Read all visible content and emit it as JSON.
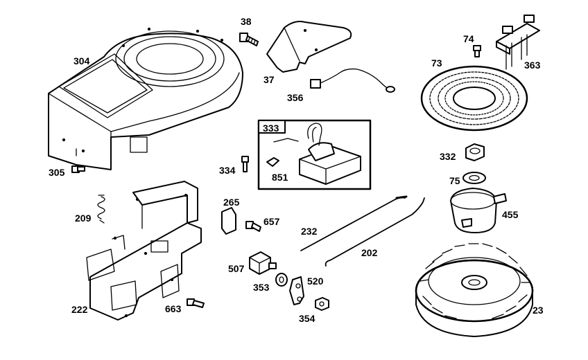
{
  "diagram": {
    "callouts": {
      "p304": "304",
      "p305": "305",
      "p38": "38",
      "p37": "37",
      "p356": "356",
      "p333": "333",
      "p851": "851",
      "p334": "334",
      "p74": "74",
      "p363": "363",
      "p73": "73",
      "p332": "332",
      "p75": "75",
      "p455": "455",
      "p209": "209",
      "p265": "265",
      "p657": "657",
      "p232": "232",
      "p202": "202",
      "p222": "222",
      "p663": "663",
      "p507": "507",
      "p353": "353",
      "p520": "520",
      "p354": "354",
      "p23": "23"
    },
    "colors": {
      "ink": "#000000",
      "paper": "#ffffff"
    }
  }
}
